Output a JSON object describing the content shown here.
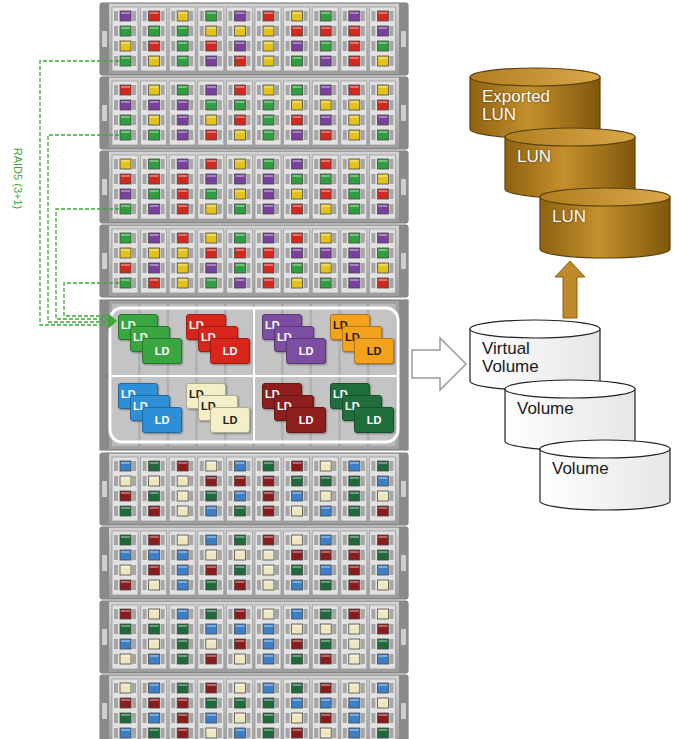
{
  "diagram": {
    "nodes": [
      {
        "text": [
          "Exported LUN"
        ]
      },
      {
        "text": [
          "LUN"
        ]
      },
      {
        "text": [
          "LUN"
        ]
      },
      {
        "text": [
          "LD"
        ]
      },
      {
        "text": [
          "LD"
        ]
      },
      {
        "text": [
          "LD"
        ]
      },
      {
        "text": [
          "LD"
        ]
      },
      {
        "text": [
          "LD"
        ]
      },
      {
        "text": [
          "LD"
        ]
      },
      {
        "text": [
          "LD"
        ]
      },
      {
        "text": [
          "LD"
        ]
      },
      {
        "text": [
          "LD"
        ]
      },
      {
        "text": [
          "LD"
        ]
      },
      {
        "text": [
          "LD"
        ]
      },
      {
        "text": [
          "LD"
        ]
      },
      {
        "text": [
          "LD"
        ]
      },
      {
        "text": [
          "LD"
        ]
      },
      {
        "text": [
          "LD"
        ]
      },
      {
        "text": [
          "LD"
        ]
      },
      {
        "text": [
          "LD"
        ]
      },
      {
        "text": [
          "LD"
        ]
      },
      {
        "text": [
          "LD"
        ]
      },
      {
        "text": [
          "LD"
        ]
      },
      {
        "text": [
          "LD"
        ]
      },
      {
        "text": [
          "LD"
        ]
      },
      {
        "text": [
          "LD"
        ]
      },
      {
        "text": [
          "LD"
        ]
      },
      {
        "text": [
          "Virtual Volume"
        ]
      },
      {
        "text": [
          "Volume"
        ]
      },
      {
        "text": [
          "Volume"
        ]
      }
    ],
    "edges": [
      {
        "from": 27,
        "to": 2,
        "arrow": "to"
      }
    ],
    "labels": [
      "RAID5 (3+1)"
    ]
  }
}
